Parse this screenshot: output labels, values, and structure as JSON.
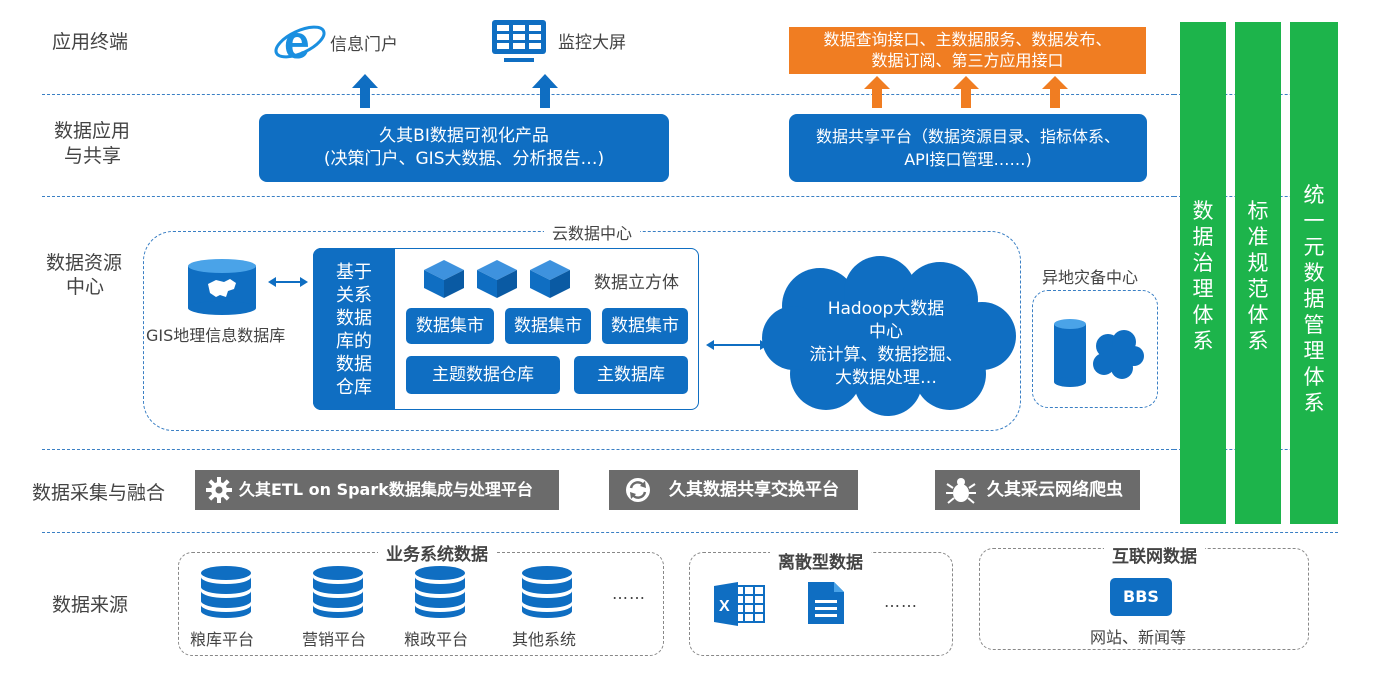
{
  "layers": {
    "terminal": "应用终端",
    "app_share_1": "数据应用",
    "app_share_2": "与共享",
    "resource_1": "数据资源",
    "resource_2": "中心",
    "collect": "数据采集与融合",
    "source": "数据来源"
  },
  "terminals": {
    "portal": "信息门户",
    "monitor": "监控大屏",
    "interfaces_line1": "数据查询接口、主数据服务、数据发布、",
    "interfaces_line2": "数据订阅、第三方应用接口"
  },
  "apps": {
    "bi_line1": "久其BI数据可视化产品",
    "bi_line2": "(决策门户、GIS大数据、分析报告…)",
    "share_line1": "数据共享平台（数据资源目录、指标体系、",
    "share_line2": "API接口管理……)"
  },
  "resource": {
    "cloud_center": "云数据中心",
    "gis_db": "GIS地理信息数据库",
    "warehouse": [
      "基于",
      "关系",
      "数据",
      "库的",
      "数据",
      "仓库"
    ],
    "cube": "数据立方体",
    "marts": [
      "数据集市",
      "数据集市",
      "数据集市"
    ],
    "topic_dw": "主题数据仓库",
    "master_db": "主数据库",
    "hadoop_line1": "Hadoop大数据",
    "hadoop_line2": "中心",
    "hadoop_line3": "流计算、数据挖掘、",
    "hadoop_line4": "大数据处理…",
    "dr_center": "异地灾备中心"
  },
  "governance": {
    "col1": [
      "数",
      "据",
      "治",
      "理",
      "体",
      "系"
    ],
    "col2": [
      "标",
      "准",
      "规",
      "范",
      "体",
      "系"
    ],
    "col3": [
      "统",
      "一",
      "元",
      "数",
      "据",
      "管",
      "理",
      "体",
      "系"
    ]
  },
  "collect": {
    "etl": "久其ETL on Spark数据集成与处理平台",
    "exchange": "久其数据共享交换平台",
    "crawler": "久其采云网络爬虫"
  },
  "sources": {
    "business_title": "业务系统数据",
    "business_items": [
      "粮库平台",
      "营销平台",
      "粮政平台",
      "其他系统"
    ],
    "business_more": "……",
    "scattered_title": "离散型数据",
    "scattered_more": "……",
    "internet_title": "互联网数据",
    "bbs": "BBS",
    "internet_caption": "网站、新闻等"
  },
  "colors": {
    "blue": "#0f6ec2",
    "orange": "#f07d22",
    "green": "#1db44b",
    "gray": "#6b6b6b"
  },
  "icons": [
    "ie-browser-icon",
    "monitor-grid-icon",
    "gear-icon",
    "exchange-icon",
    "bug-icon",
    "database-icon",
    "excel-icon",
    "document-icon",
    "cylinder-icon",
    "cloud-icon",
    "china-map-icon",
    "cube-icon"
  ]
}
